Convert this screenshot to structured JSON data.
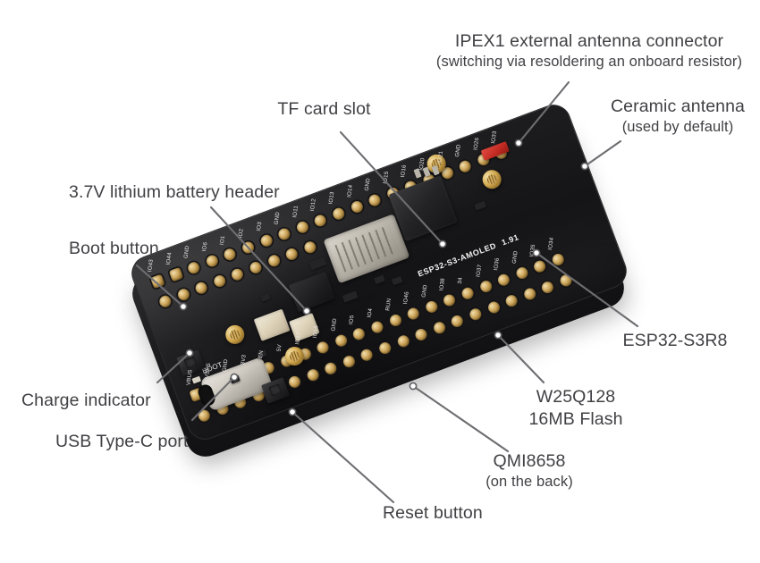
{
  "diagram": {
    "title": "ESP32-S3-AMOLED 1.91 development board annotated photo",
    "board_silkscreen": {
      "product": "ESP32-S3-AMOLED",
      "variant": "1.91",
      "boot_marking": "BOOT",
      "brand_logo": "waveshare-logo"
    },
    "colors": {
      "label_text": "#414145",
      "leader_line": "#6e6e72",
      "pcb_black": "#141416",
      "pad_gold": "#cfa85e",
      "antenna_red": "#c02a22",
      "background": "#ffffff"
    }
  },
  "callouts": [
    {
      "id": "ipex1-connector",
      "line1": "IPEX1 external antenna connector",
      "line2": "(switching via resoldering an onboard resistor)",
      "align": "center"
    },
    {
      "id": "ceramic-antenna",
      "line1": "Ceramic antenna",
      "line2": "(used by default)",
      "align": "center"
    },
    {
      "id": "tf-card-slot",
      "line1": "TF card slot",
      "line2": "",
      "align": "center"
    },
    {
      "id": "lithium-battery-header",
      "line1": "3.7V lithium battery header",
      "line2": "",
      "align": "left"
    },
    {
      "id": "boot-button",
      "line1": "Boot button",
      "line2": "",
      "align": "left"
    },
    {
      "id": "charge-indicator",
      "line1": "Charge indicator",
      "line2": "",
      "align": "left"
    },
    {
      "id": "usb-type-c-port",
      "line1": "USB Type-C port",
      "line2": "",
      "align": "left"
    },
    {
      "id": "reset-button",
      "line1": "Reset button",
      "line2": "",
      "align": "left"
    },
    {
      "id": "qmi8658",
      "line1": "QMI8658",
      "line2": "(on the back)",
      "align": "center"
    },
    {
      "id": "w25q128-flash",
      "line1": "W25Q128",
      "line2": "16MB Flash",
      "align": "center"
    },
    {
      "id": "esp32-s3r8",
      "line1": "ESP32-S3R8",
      "line2": "",
      "align": "center"
    }
  ],
  "pin_labels": {
    "top_row": [
      "IO43",
      "IO44",
      "GND",
      "IO6",
      "IO1",
      "IO2",
      "IO3",
      "GND",
      "IO11",
      "IO12",
      "IO13",
      "IO14",
      "GND",
      "IO15",
      "IO16",
      "IO20",
      "IO21",
      "GND",
      "IO26",
      "IO33"
    ],
    "bottom_row": [
      "VBUS",
      "VSYS",
      "GND",
      "3V3",
      "EN",
      "5V",
      "IO17",
      "IO16",
      "GND",
      "IO5",
      "IO4",
      "RUN",
      "IO46",
      "GND",
      "IO38",
      "34",
      "IO37",
      "IO36",
      "GND",
      "IO35",
      "IO34"
    ]
  }
}
